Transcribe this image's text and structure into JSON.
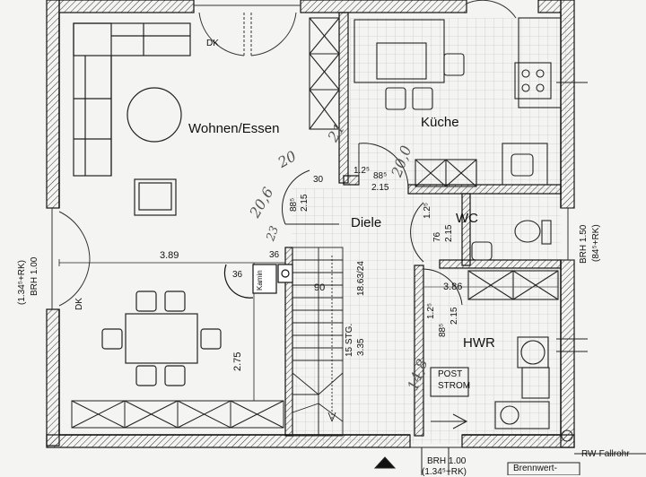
{
  "rooms": {
    "living": "Wohnen/Essen",
    "hall": "Diele",
    "kitchen": "Küche",
    "wc": "WC",
    "utility": "HWR"
  },
  "labels": {
    "dk_top": "DK",
    "dk_left": "DK",
    "fireplace": "Kamin",
    "post_line1": "POST",
    "post_line2": "STROM",
    "rw_pipe": "RW-Fallrohr",
    "burner": "Brennwert-"
  },
  "dims": {
    "living_width": "3.89",
    "living_depth": "2.75",
    "stair_w": "90",
    "stair_count": "15 STG.",
    "stair_ratio": "18.63/24",
    "stair_len": "3.35",
    "fp_w": "36",
    "fp_w2": "36",
    "door_a_top": "88⁵",
    "door_a_bot": "2.15",
    "door_a_h": "1.2⁵",
    "door_b_top": "88⁵",
    "door_b_bot": "2.15",
    "door_b_w": "30",
    "door_wc_top": "76",
    "door_wc_bot": "2.15",
    "door_wc_h": "1.2⁵",
    "door_hwr_top": "88⁵",
    "door_hwr_bot": "2.15",
    "door_hwr_h": "1.2⁵",
    "hwr_width": "3.86",
    "brh_left_1": "(1.34⁵+RK)",
    "brh_left_2": "BRH 1.00",
    "brh_right_1": "BRH 1.50",
    "brh_right_2": "(84⁵+RK)",
    "brh_bottom_1": "BRH 1.00",
    "brh_bottom_2": "(1.34⁵+RK)"
  },
  "pencil": {
    "note_1": "20,6",
    "note_2": "20",
    "note_3": "21",
    "note_4": "20,0",
    "note_5": "23",
    "note_6": "14,8"
  }
}
